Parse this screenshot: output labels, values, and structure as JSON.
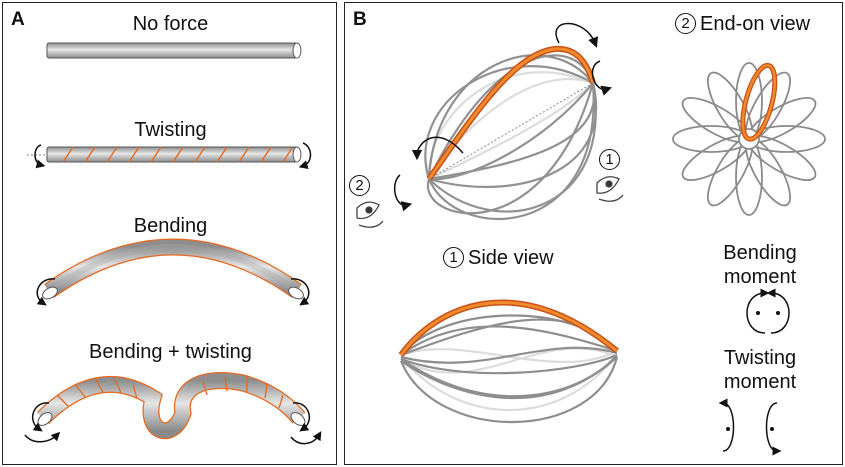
{
  "panel_a": {
    "label": "A",
    "captions": {
      "no_force": "No force",
      "twisting": "Twisting",
      "bending": "Bending",
      "bending_twisting": "Bending + twisting"
    }
  },
  "panel_b": {
    "label": "B",
    "view_markers": {
      "side": "1",
      "end": "2"
    },
    "end_on_view": "End-on view",
    "side_view": "Side view",
    "bending_moment": [
      "Bending",
      "moment"
    ],
    "twisting_moment": [
      "Twisting",
      "moment"
    ]
  },
  "colors": {
    "rod": "#b5b5b5",
    "accent": "#e8681e",
    "helix": "#909090",
    "helix_faint": "#dcdcdc",
    "border": "#222222"
  }
}
